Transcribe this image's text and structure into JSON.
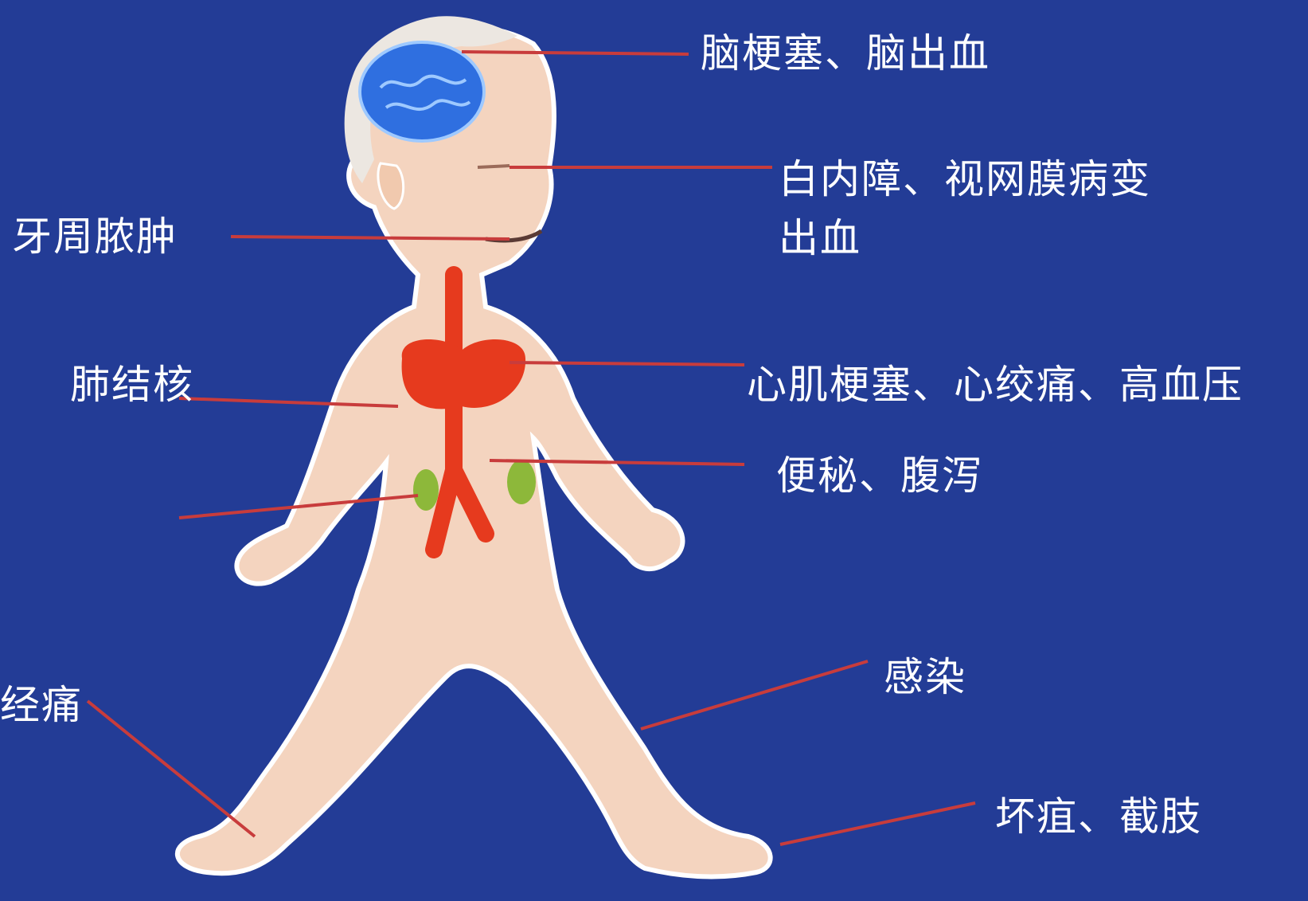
{
  "labels": {
    "brain": "脑梗塞、脑出血",
    "eye_line1": "白内障、视网膜病变",
    "eye_line2": "出血",
    "gum": "牙周脓肿",
    "heart": "心肌梗塞、心绞痛、高血压",
    "lung": "肺结核",
    "bowel": "便秘、腹泻",
    "nerve": "经痛",
    "infection": "感染",
    "foot": "坏疽、截肢"
  },
  "colors": {
    "background": "#233c96",
    "skin": "#f4d4bf",
    "brain": "#2f6fe0",
    "heart_vessel": "#e63a1e",
    "kidney": "#8db83a",
    "leader_line": "#c83c3c",
    "text": "#ffffff"
  }
}
